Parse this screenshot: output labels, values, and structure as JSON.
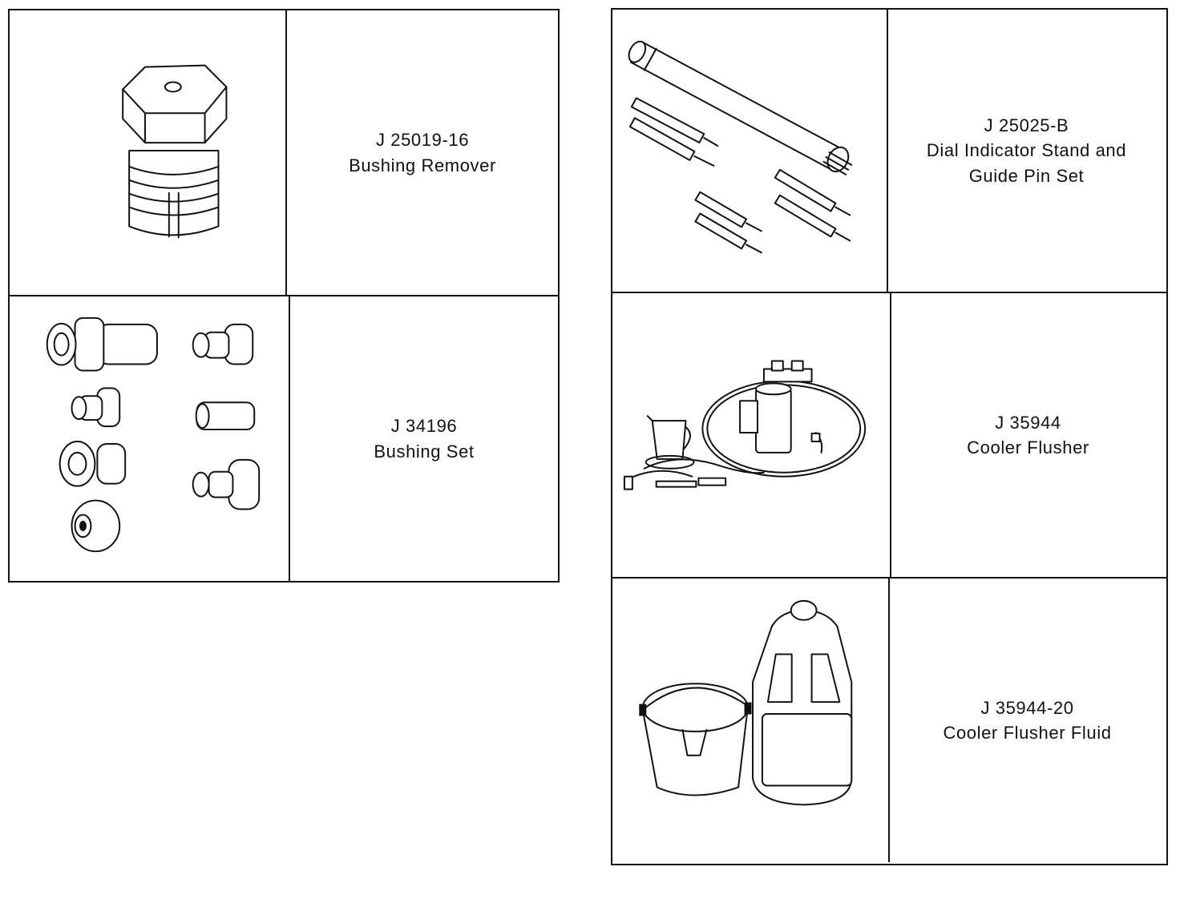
{
  "left_table": {
    "rows": [
      {
        "illustration": "bushing-remover-drawing",
        "part_number": "J 25019-16",
        "description_lines": [
          "Bushing Remover"
        ]
      },
      {
        "illustration": "bushing-set-drawing",
        "part_number": "J 34196",
        "description_lines": [
          "Bushing Set"
        ]
      }
    ]
  },
  "right_table": {
    "rows": [
      {
        "illustration": "dial-indicator-stand-drawing",
        "part_number": "J 25025-B",
        "description_lines": [
          "Dial Indicator Stand and",
          "Guide Pin Set"
        ]
      },
      {
        "illustration": "cooler-flusher-drawing",
        "part_number": "J 35944",
        "description_lines": [
          "Cooler Flusher"
        ]
      },
      {
        "illustration": "cooler-flusher-fluid-drawing",
        "part_number": "J 35944-20",
        "description_lines": [
          "Cooler Flusher Fluid"
        ]
      }
    ]
  }
}
